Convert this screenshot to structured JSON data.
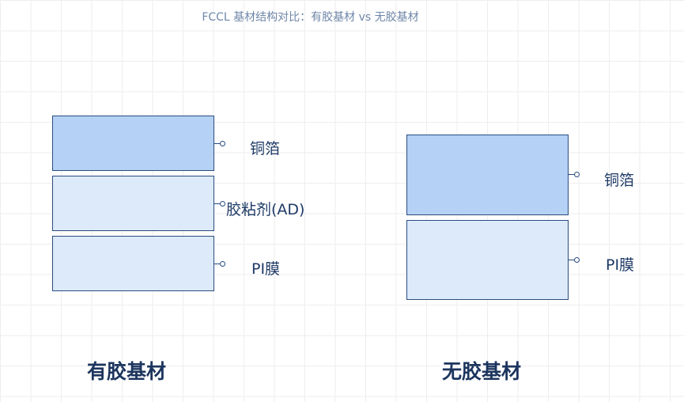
{
  "title": "FCCL 基材结构对比：有胶基材 vs 无胶基材",
  "left": {
    "heading": "有胶基材",
    "layers": [
      {
        "label": "铜箔"
      },
      {
        "label": "胶粘剂(AD)"
      },
      {
        "label": "PI膜"
      }
    ]
  },
  "right": {
    "heading": "无胶基材",
    "layers": [
      {
        "label": "铜箔"
      },
      {
        "label": "PI膜"
      }
    ]
  },
  "colors": {
    "copper_fill": "#b5d1f5",
    "layer_fill": "#dceaf9",
    "stroke": "#2a4d80",
    "heading": "#1c355e"
  }
}
